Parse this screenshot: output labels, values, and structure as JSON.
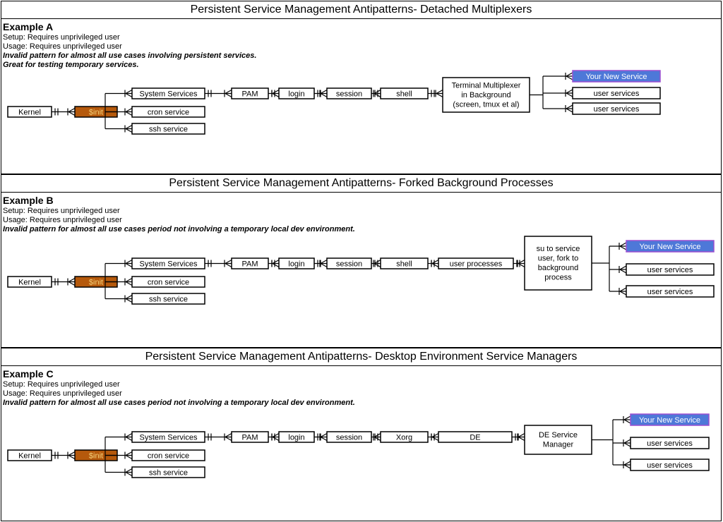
{
  "colors": {
    "init_fill": "#b5590c",
    "init_text": "#f4d27a",
    "highlight_fill": "#4e78d8",
    "highlight_stroke": "#9b4fd0",
    "highlight_text": "#ffffff"
  },
  "icons": {
    "connector_start": "double-bar-mandatory-one",
    "connector_end": "crows-foot-many"
  },
  "panels": [
    {
      "title": "Persistent Service Management Antipatterns-  Detached Multiplexers",
      "example": "Example A",
      "setup": "Setup: Requires unprivileged user",
      "usage": "Usage: Requires unprivileged user",
      "notes": [
        "Invalid pattern for almost all use cases involving persistent services.",
        "Great for testing temporary services."
      ],
      "kernel": "Kernel",
      "init": "$init",
      "init_children": [
        "System Services",
        "cron service",
        "ssh service"
      ],
      "chain": [
        "PAM",
        "login",
        "session",
        "shell"
      ],
      "manager": [
        "Terminal Multiplexer",
        "in Background",
        "(screen, tmux et al)"
      ],
      "services": [
        "Your New Service",
        "user services",
        "user services"
      ]
    },
    {
      "title": "Persistent Service Management Antipatterns-  Forked Background Processes",
      "example": "Example B",
      "setup": "Setup: Requires unprivileged user",
      "usage": "Usage: Requires unprivileged user",
      "notes": [
        "Invalid pattern for almost all use cases period not involving a temporary local dev environment."
      ],
      "kernel": "Kernel",
      "init": "$init",
      "init_children": [
        "System Services",
        "cron service",
        "ssh service"
      ],
      "chain": [
        "PAM",
        "login",
        "session",
        "shell",
        "user processes"
      ],
      "manager": [
        "su to service",
        "user, fork to",
        "background",
        "process"
      ],
      "services": [
        "Your New Service",
        "user services",
        "user services"
      ]
    },
    {
      "title": "Persistent Service Management Antipatterns-  Desktop Environment Service Managers",
      "example": "Example C",
      "setup": "Setup: Requires unprivileged user",
      "usage": "Usage: Requires unprivileged user",
      "notes": [
        "Invalid pattern for almost all use cases period not involving a temporary local dev environment."
      ],
      "kernel": "Kernel",
      "init": "$init",
      "init_children": [
        "System Services",
        "cron service",
        "ssh service"
      ],
      "chain": [
        "PAM",
        "login",
        "session",
        "Xorg",
        "DE"
      ],
      "manager": [
        "DE Service",
        "Manager"
      ],
      "services": [
        "Your New Service",
        "user services",
        "user services"
      ]
    }
  ]
}
